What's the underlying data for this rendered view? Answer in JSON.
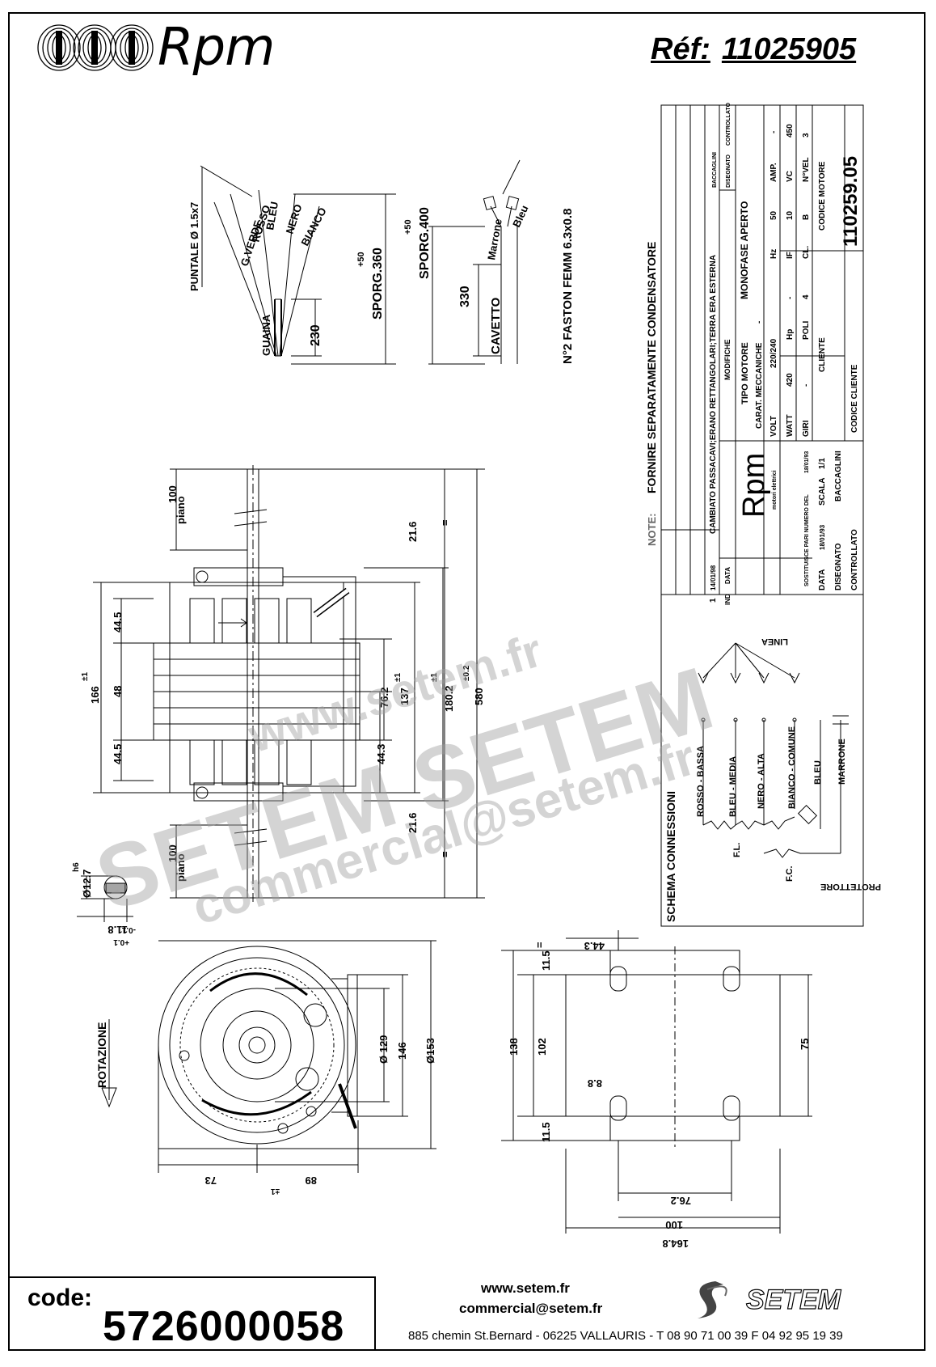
{
  "header": {
    "brand_name": "Rpm",
    "ref_label": "Réf:",
    "ref_number": "11025905"
  },
  "wiring": {
    "puntale": "PUNTALE Ø 1.5x7",
    "wires": [
      "G.VERDE",
      "ROSSO",
      "BLEU",
      "NERO",
      "BIANCO"
    ],
    "guaina": "GUAINA",
    "dim_230": "230",
    "sporg_360": "SPORG.360",
    "sporg_360_tol": "+50",
    "sporg_400": "SPORG.400",
    "sporg_400_tol": "+50",
    "dim_330": "330",
    "cavetto": "CAVETTO",
    "wire_marrone": "Marrone",
    "wire_bleu": "Bleu",
    "faston": "N°2 FASTON FEMM 6.3x0.8"
  },
  "side_view": {
    "piano_top": "piano",
    "piano_top_dim": "100",
    "piano_bottom": "piano",
    "piano_bottom_dim": "100",
    "dim_21_6_top": "21.6",
    "dim_21_6_bottom": "21.6",
    "eq_top": "=",
    "eq_bottom": "=",
    "dim_44_5_top": "44.5",
    "dim_48": "48",
    "dim_44_5_bottom": "44.5",
    "dim_166": "166",
    "dim_166_tol": "±1",
    "dim_76_2": "76.2",
    "dim_44_3": "44.3",
    "dim_137": "137",
    "dim_137_tol": "±1",
    "dim_180_2": "180.2",
    "dim_180_2_tol": "±1",
    "dim_580": "580",
    "dim_580_tol": "±0.2"
  },
  "shaft_detail": {
    "diameter": "Ø12.7",
    "fit": "h6",
    "flat": "11.8",
    "flat_tol": "-0.1",
    "flat_tol2": "+0.1"
  },
  "front_view": {
    "rotation": "ROTAZIONE",
    "dia_129": "Ø 129",
    "dim_146": "146",
    "dia_153": "Ø153",
    "dim_73": "73",
    "dim_89": "89",
    "dim_89_tol": "±1"
  },
  "bottom_view": {
    "dim_44_3": "44.3",
    "dim_11_5_top": "11.5",
    "dim_11_5_bottom": "11.5",
    "dim_138": "138",
    "dim_102": "102",
    "dim_8_8": "8.8",
    "dim_75": "75",
    "dim_76_2": "76.2",
    "dim_100": "100",
    "dim_164_8": "164.8",
    "eq": "="
  },
  "title_block": {
    "note_label": "NOTE:",
    "note_text": "FORNIRE SEPARATAMENTE CONDENSATORE",
    "rev_row": "CAMBIATO PASSACAVI;ERANO RETTANGOLARI;TERRA ERA ESTERNA",
    "rev_date": "14/01/98",
    "rev_ind": "1",
    "col_ind": "IND",
    "col_data": "DATA",
    "col_modifiche": "MODIFICHE",
    "col_baccaglini": "BACCAGLINI",
    "col_disegnato": "DISEGNATO",
    "col_controllato": "CONTROLLATO",
    "tipo_motore_label": "TIPO MOTORE",
    "tipo_motore": "MONOFASE APERTO",
    "carat_mecc_label": "CARAT. MECCANICHE",
    "carat_mecc": "-",
    "volt_label": "VOLT",
    "volt": "220/240",
    "hz_label": "Hz",
    "hz": "50",
    "amp_label": "AMP.",
    "amp": "-",
    "watt_label": "WATT",
    "watt": "420",
    "hp_label": "Hp",
    "hp": "-",
    "if_label": "IF",
    "if_val": "10",
    "vc_label": "VC",
    "vc": "450",
    "giri_label": "GIRI",
    "giri": "-",
    "poli_label": "POLI",
    "poli": "4",
    "cl_label": "CL.",
    "cl": "B",
    "nvel_label": "N°VEL",
    "nvel": "3",
    "codice_motore_label": "CODICE MOTORE",
    "codice_motore": "110259.05",
    "cliente_label": "CLIENTE",
    "codice_cliente_label": "CODICE CLIENTE",
    "logo_text": "Rpm",
    "logo_sub": "motori elettrici",
    "sostituisce": "SOSTITUISCE PARI NUMERO DEL",
    "sostituisce_date": "18/01/93",
    "data_label": "DATA",
    "data": "18/01/93",
    "scala_label": "SCALA",
    "scala": "1/1",
    "disegnato_label": "DISEGNATO",
    "disegnato": "BACCAGLINI",
    "controllato_label": "CONTROLLATO"
  },
  "schema": {
    "title": "SCHEMA CONNESSIONI",
    "linea": "LINEA",
    "labels": [
      "ROSSO - BASSA",
      "BLEU - MEDIA",
      "NERO - ALTA",
      "BIANCO - COMUNE",
      "BLEU",
      "MARRONE"
    ],
    "fl": "F.L.",
    "fc": "F.C.",
    "protettore": "PROTETTORE"
  },
  "code": {
    "label": "code:",
    "value": "5726000058"
  },
  "footer": {
    "website": "www.setem.fr",
    "email": "commercial@setem.fr",
    "address": "885 chemin St.Bernard  -  06225 VALLAURIS  -  T 08 90 71 00 39  F 04 92 95 19 39",
    "logo_text": "SETEM"
  },
  "watermark": {
    "line1": "www.setem.fr",
    "line2": "SETEM SETEM",
    "line3": "commercial@setem.fr"
  }
}
